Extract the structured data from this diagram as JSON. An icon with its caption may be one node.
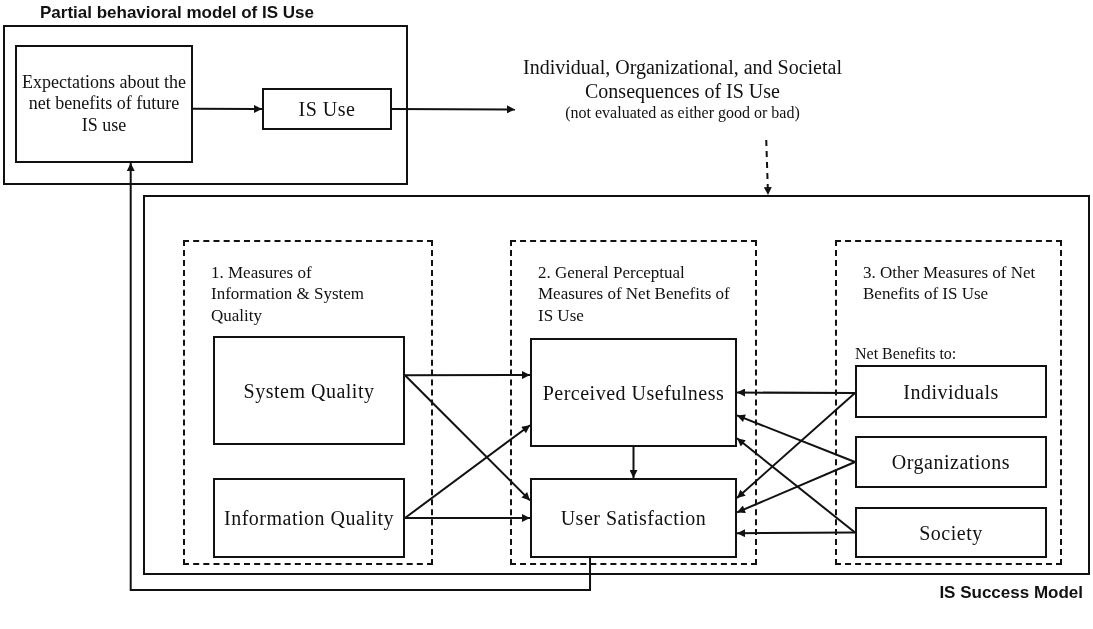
{
  "diagram": {
    "nodes": [
      {
        "text": [
          "Partial behavioral model of IS Use"
        ]
      },
      {
        "text": [
          "Expectations about the net benefits of future IS use"
        ],
        "in": 0
      },
      {
        "text": [
          "IS Use"
        ],
        "in": 0
      },
      {
        "text": [
          "Individual, Organizational, and Societal Consequences of IS Use",
          "(not evaluated as either good or bad)"
        ]
      },
      {
        "text": [
          "IS Success Model"
        ]
      },
      {
        "text": [
          "1. Measures of Information & System Quality"
        ],
        "in": 4
      },
      {
        "text": [
          "System Quality"
        ],
        "in": 5
      },
      {
        "text": [
          "Information Quality"
        ],
        "in": 5
      },
      {
        "text": [
          "2. General Perceptual Measures of Net Benefits of IS Use"
        ],
        "in": 4
      },
      {
        "text": [
          "Perceived Usefulness"
        ],
        "in": 8
      },
      {
        "text": [
          "User Satisfaction"
        ],
        "in": 8
      },
      {
        "text": [
          "3. Other Measures of Net Benefits of IS Use",
          "Net Benefits to:"
        ],
        "in": 4
      },
      {
        "text": [
          "Individuals"
        ],
        "in": 11
      },
      {
        "text": [
          "Organizations"
        ],
        "in": 11
      },
      {
        "text": [
          "Society"
        ],
        "in": 11
      }
    ],
    "edges": [
      {
        "from": 1,
        "to": 2,
        "arrow": "to"
      },
      {
        "from": 2,
        "to": 3,
        "arrow": "to"
      },
      {
        "from": 3,
        "to": 4,
        "arrow": "to",
        "style": "dashed"
      },
      {
        "from": 10,
        "to": 1,
        "arrow": "to"
      },
      {
        "from": 6,
        "to": 9,
        "arrow": "to"
      },
      {
        "from": 6,
        "to": 10,
        "arrow": "to"
      },
      {
        "from": 7,
        "to": 9,
        "arrow": "to"
      },
      {
        "from": 7,
        "to": 10,
        "arrow": "to"
      },
      {
        "from": 9,
        "to": 10,
        "arrow": "to"
      },
      {
        "from": 12,
        "to": 9,
        "arrow": "to"
      },
      {
        "from": 12,
        "to": 10,
        "arrow": "to"
      },
      {
        "from": 13,
        "to": 9,
        "arrow": "to"
      },
      {
        "from": 13,
        "to": 10,
        "arrow": "to"
      },
      {
        "from": 14,
        "to": 9,
        "arrow": "to"
      },
      {
        "from": 14,
        "to": 10,
        "arrow": "to"
      }
    ]
  }
}
